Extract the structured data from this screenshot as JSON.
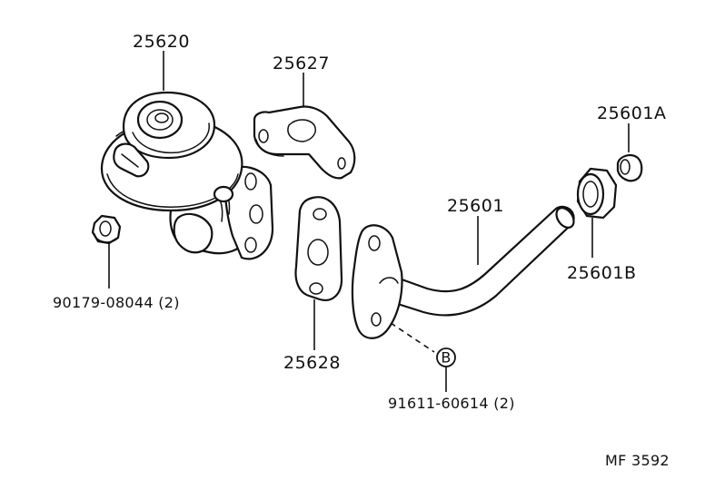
{
  "parts": {
    "egr_valve": {
      "number": "25620"
    },
    "bracket": {
      "number": "25627"
    },
    "gasket": {
      "number": "25628"
    },
    "pipe": {
      "number": "25601"
    },
    "cap": {
      "number": "25601A"
    },
    "nut": {
      "number": "25601B"
    },
    "flange_nut": {
      "number": "90179-08044 (2)"
    },
    "bolt": {
      "number": "91611-60614 (2)",
      "marker": "B"
    }
  },
  "figure_code": "MF 3592"
}
